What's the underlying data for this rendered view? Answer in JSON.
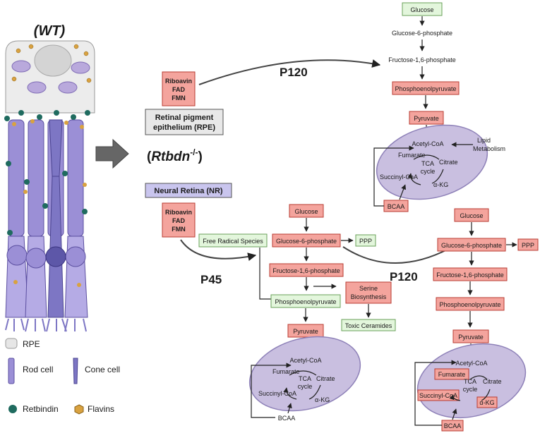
{
  "cell_panel": {
    "title": "(WT)",
    "legend": {
      "rpe": "RPE",
      "rod": "Rod cell",
      "cone": "Cone cell",
      "retbindin": "Retbindin",
      "flavins": "Flavins"
    }
  },
  "genotype": {
    "prefix": "(",
    "gene": "Rtbdn",
    "superscript": "-/-",
    "suffix": ")"
  },
  "rpe_branch": {
    "tissue_label_1": "Retinal pigment",
    "tissue_label_2": "epithelium (RPE)",
    "flavins": [
      "Riboavin",
      "FAD",
      "FMN"
    ],
    "age": "P120",
    "glycolysis": [
      "Glucose",
      "Glucose-6-phosphate",
      "Fructose-1,6-phosphate",
      "Phosphoenolpyruvate",
      "Pyruvate"
    ],
    "acetyl": "Acetyl-CoA",
    "lipid_1": "Lipid",
    "lipid_2": "Metabolism",
    "tca": {
      "fumarate": "Fumarate",
      "citrate": "Citrate",
      "cycle_1": "TCA",
      "cycle_2": "cycle",
      "succinyl": "Succinyl-CoA",
      "akg": "α-KG"
    },
    "bcaa": "BCAA"
  },
  "nr_branch": {
    "tissue_label": "Neural Retina (NR)",
    "flavins": [
      "Riboavin",
      "FAD",
      "FMN"
    ],
    "p45": {
      "age": "P45",
      "free_radical": "Free Radical Species",
      "glycolysis": [
        "Glucose",
        "Glucose-6-phosphate",
        "Fructose-1,6-phosphate",
        "Phosphoenolpyruvate",
        "Pyruvate"
      ],
      "ppp": "PPP",
      "serine_1": "Serine",
      "serine_2": "Biosynthesis",
      "ceramides": "Toxic Ceramides",
      "acetyl": "Acetyl-CoA",
      "tca": {
        "fumarate": "Fumarate",
        "citrate": "Citrate",
        "cycle_1": "TCA",
        "cycle_2": "cycle",
        "succinyl": "Succinyl-CoA",
        "akg": "α-KG"
      },
      "bcaa": "BCAA"
    },
    "p120": {
      "age": "P120",
      "glycolysis": [
        "Glucose",
        "Glucose-6-phosphate",
        "Fructose-1,6-phosphate",
        "Phosphoenolpyruvate",
        "Pyruvate"
      ],
      "ppp": "PPP",
      "acetyl": "Acetyl-CoA",
      "tca": {
        "fumarate": "Fumarate",
        "citrate": "Citrate",
        "cycle_1": "TCA",
        "cycle_2": "cycle",
        "succinyl": "Succinyl-CoA",
        "akg": "α-KG"
      },
      "bcaa": "BCAA"
    }
  },
  "colors": {
    "increased_fill": "#f4a49d",
    "decreased_fill": "#e3f6dc",
    "rpe_label_fill": "#e8e8e8",
    "nr_label_fill": "#c9c5ee",
    "mitochondrion": "#c9bfe0",
    "rod_cell": "#9b8fd6",
    "cone_cell": "#7d76c4"
  }
}
